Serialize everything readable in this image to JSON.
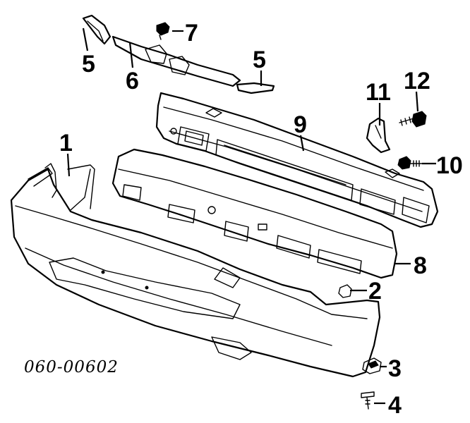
{
  "diagram": {
    "code": "060-00602",
    "callouts": [
      {
        "id": "c1",
        "label": "1"
      },
      {
        "id": "c2",
        "label": "2"
      },
      {
        "id": "c3",
        "label": "3"
      },
      {
        "id": "c4",
        "label": "4"
      },
      {
        "id": "c5a",
        "label": "5"
      },
      {
        "id": "c5b",
        "label": "5"
      },
      {
        "id": "c6",
        "label": "6"
      },
      {
        "id": "c7",
        "label": "7"
      },
      {
        "id": "c8",
        "label": "8"
      },
      {
        "id": "c9",
        "label": "9"
      },
      {
        "id": "c10",
        "label": "10"
      },
      {
        "id": "c11",
        "label": "11"
      },
      {
        "id": "c12",
        "label": "12"
      }
    ]
  }
}
